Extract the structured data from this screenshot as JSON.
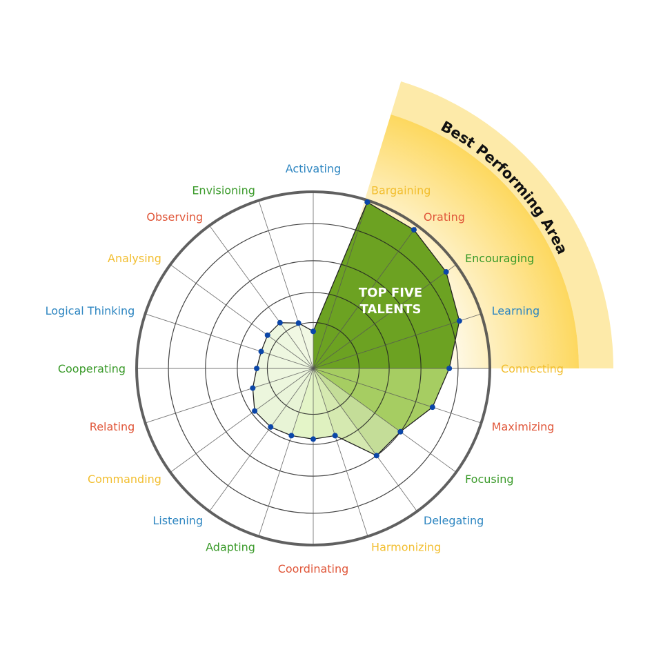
{
  "chart_data": {
    "type": "radar",
    "title": "",
    "categories": [
      "Activating",
      "Bargaining",
      "Orating",
      "Encouraging",
      "Learning",
      "Connecting",
      "Maximizing",
      "Focusing",
      "Delegating",
      "Harmonizing",
      "Coordinating",
      "Adapting",
      "Listening",
      "Commanding",
      "Relating",
      "Cooperating",
      "Logical Thinking",
      "Analysing",
      "Observing",
      "Envisioning"
    ],
    "values": [
      21,
      99,
      97,
      93,
      87,
      77,
      71,
      61,
      61,
      40,
      40,
      40,
      41,
      41,
      36,
      32,
      31,
      32,
      32,
      27
    ],
    "rlim": [
      0,
      100
    ],
    "rings": [
      26,
      43,
      61,
      82,
      100
    ],
    "label_colors": [
      "#2e86c1",
      "#f2be2f",
      "#e0573a",
      "#3a9a2a"
    ],
    "segment_colors": [
      "#f1f8e3",
      "#6ca222",
      "#6ca222",
      "#6ca222",
      "#6ca222",
      "#6ca222",
      "#a6cd62",
      "#a6cd62",
      "#c4dd98",
      "#d5e9b0",
      "#dff1c0",
      "#e4f5c8",
      "#e8f4d6",
      "#eaf5da",
      "#ecf6dd",
      "#eef7e0",
      "#eef7e0",
      "#eef7e0",
      "#eef7e0",
      "#f1f8e3"
    ],
    "highlight_label": [
      "TOP FIVE",
      "TALENTS"
    ],
    "best_area_label": "Best Performing Area",
    "point_color": "#0b46a8"
  }
}
